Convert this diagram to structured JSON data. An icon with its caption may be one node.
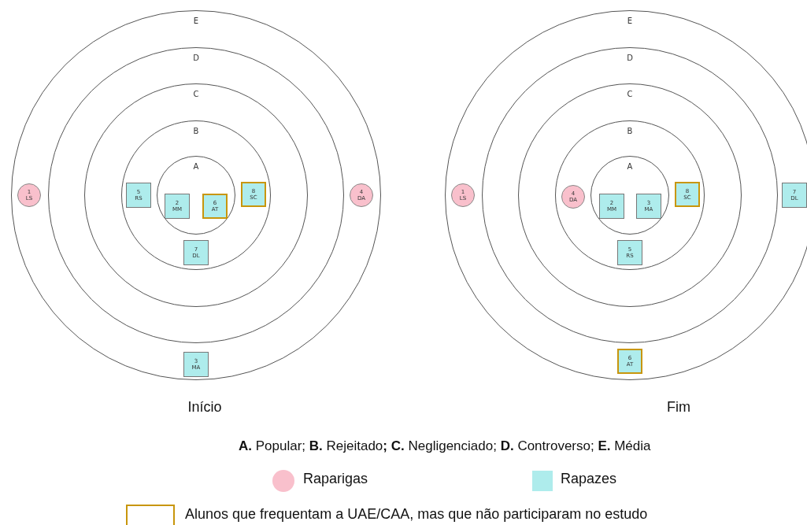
{
  "diagram": {
    "nodes": [
      {
        "text": [
          "E"
        ]
      },
      {
        "text": [
          "D"
        ],
        "in": 0
      },
      {
        "text": [
          "C"
        ],
        "in": 1
      },
      {
        "text": [
          "B"
        ],
        "in": 2
      },
      {
        "text": [
          "A"
        ],
        "in": 3
      },
      {
        "text": [
          "1 LS"
        ],
        "in": 0
      },
      {
        "text": [
          "5 RS"
        ],
        "in": 3
      },
      {
        "text": [
          "2 MM"
        ],
        "in": 4
      },
      {
        "text": [
          "6 AT"
        ],
        "in": 4
      },
      {
        "text": [
          "8 SC"
        ],
        "in": 3
      },
      {
        "text": [
          "4 DA"
        ],
        "in": 0
      },
      {
        "text": [
          "7 DL"
        ],
        "in": 3
      },
      {
        "text": [
          "3 MA"
        ],
        "in": 0
      },
      {
        "text": [
          "E"
        ]
      },
      {
        "text": [
          "D"
        ],
        "in": 13
      },
      {
        "text": [
          "C"
        ],
        "in": 14
      },
      {
        "text": [
          "B"
        ],
        "in": 15
      },
      {
        "text": [
          "A"
        ],
        "in": 16
      },
      {
        "text": [
          "1 LS"
        ],
        "in": 13
      },
      {
        "text": [
          "4 DA"
        ],
        "in": 16
      },
      {
        "text": [
          "2 MM"
        ],
        "in": 17
      },
      {
        "text": [
          "3 MA"
        ],
        "in": 17
      },
      {
        "text": [
          "8 SC"
        ],
        "in": 16
      },
      {
        "text": [
          "7 DL"
        ],
        "in": 13
      },
      {
        "text": [
          "5 RS"
        ],
        "in": 16
      },
      {
        "text": [
          "6 AT"
        ],
        "in": 13
      }
    ],
    "labels": [
      "Início",
      "Fim",
      "**A.** Popular; **B.** Rejeitado**;** **C.** Negligenciado; **D.** Controverso; **E.** Média"
    ],
    "legend": [
      {
        "text": "Raparigas",
        "color": "#f9c0cc"
      },
      {
        "text": "Rapazes",
        "color": "#aeecec"
      },
      {
        "text": "Alunos que frequentam a UAE/CAA, mas que não participaram no estudo"
      }
    ]
  }
}
